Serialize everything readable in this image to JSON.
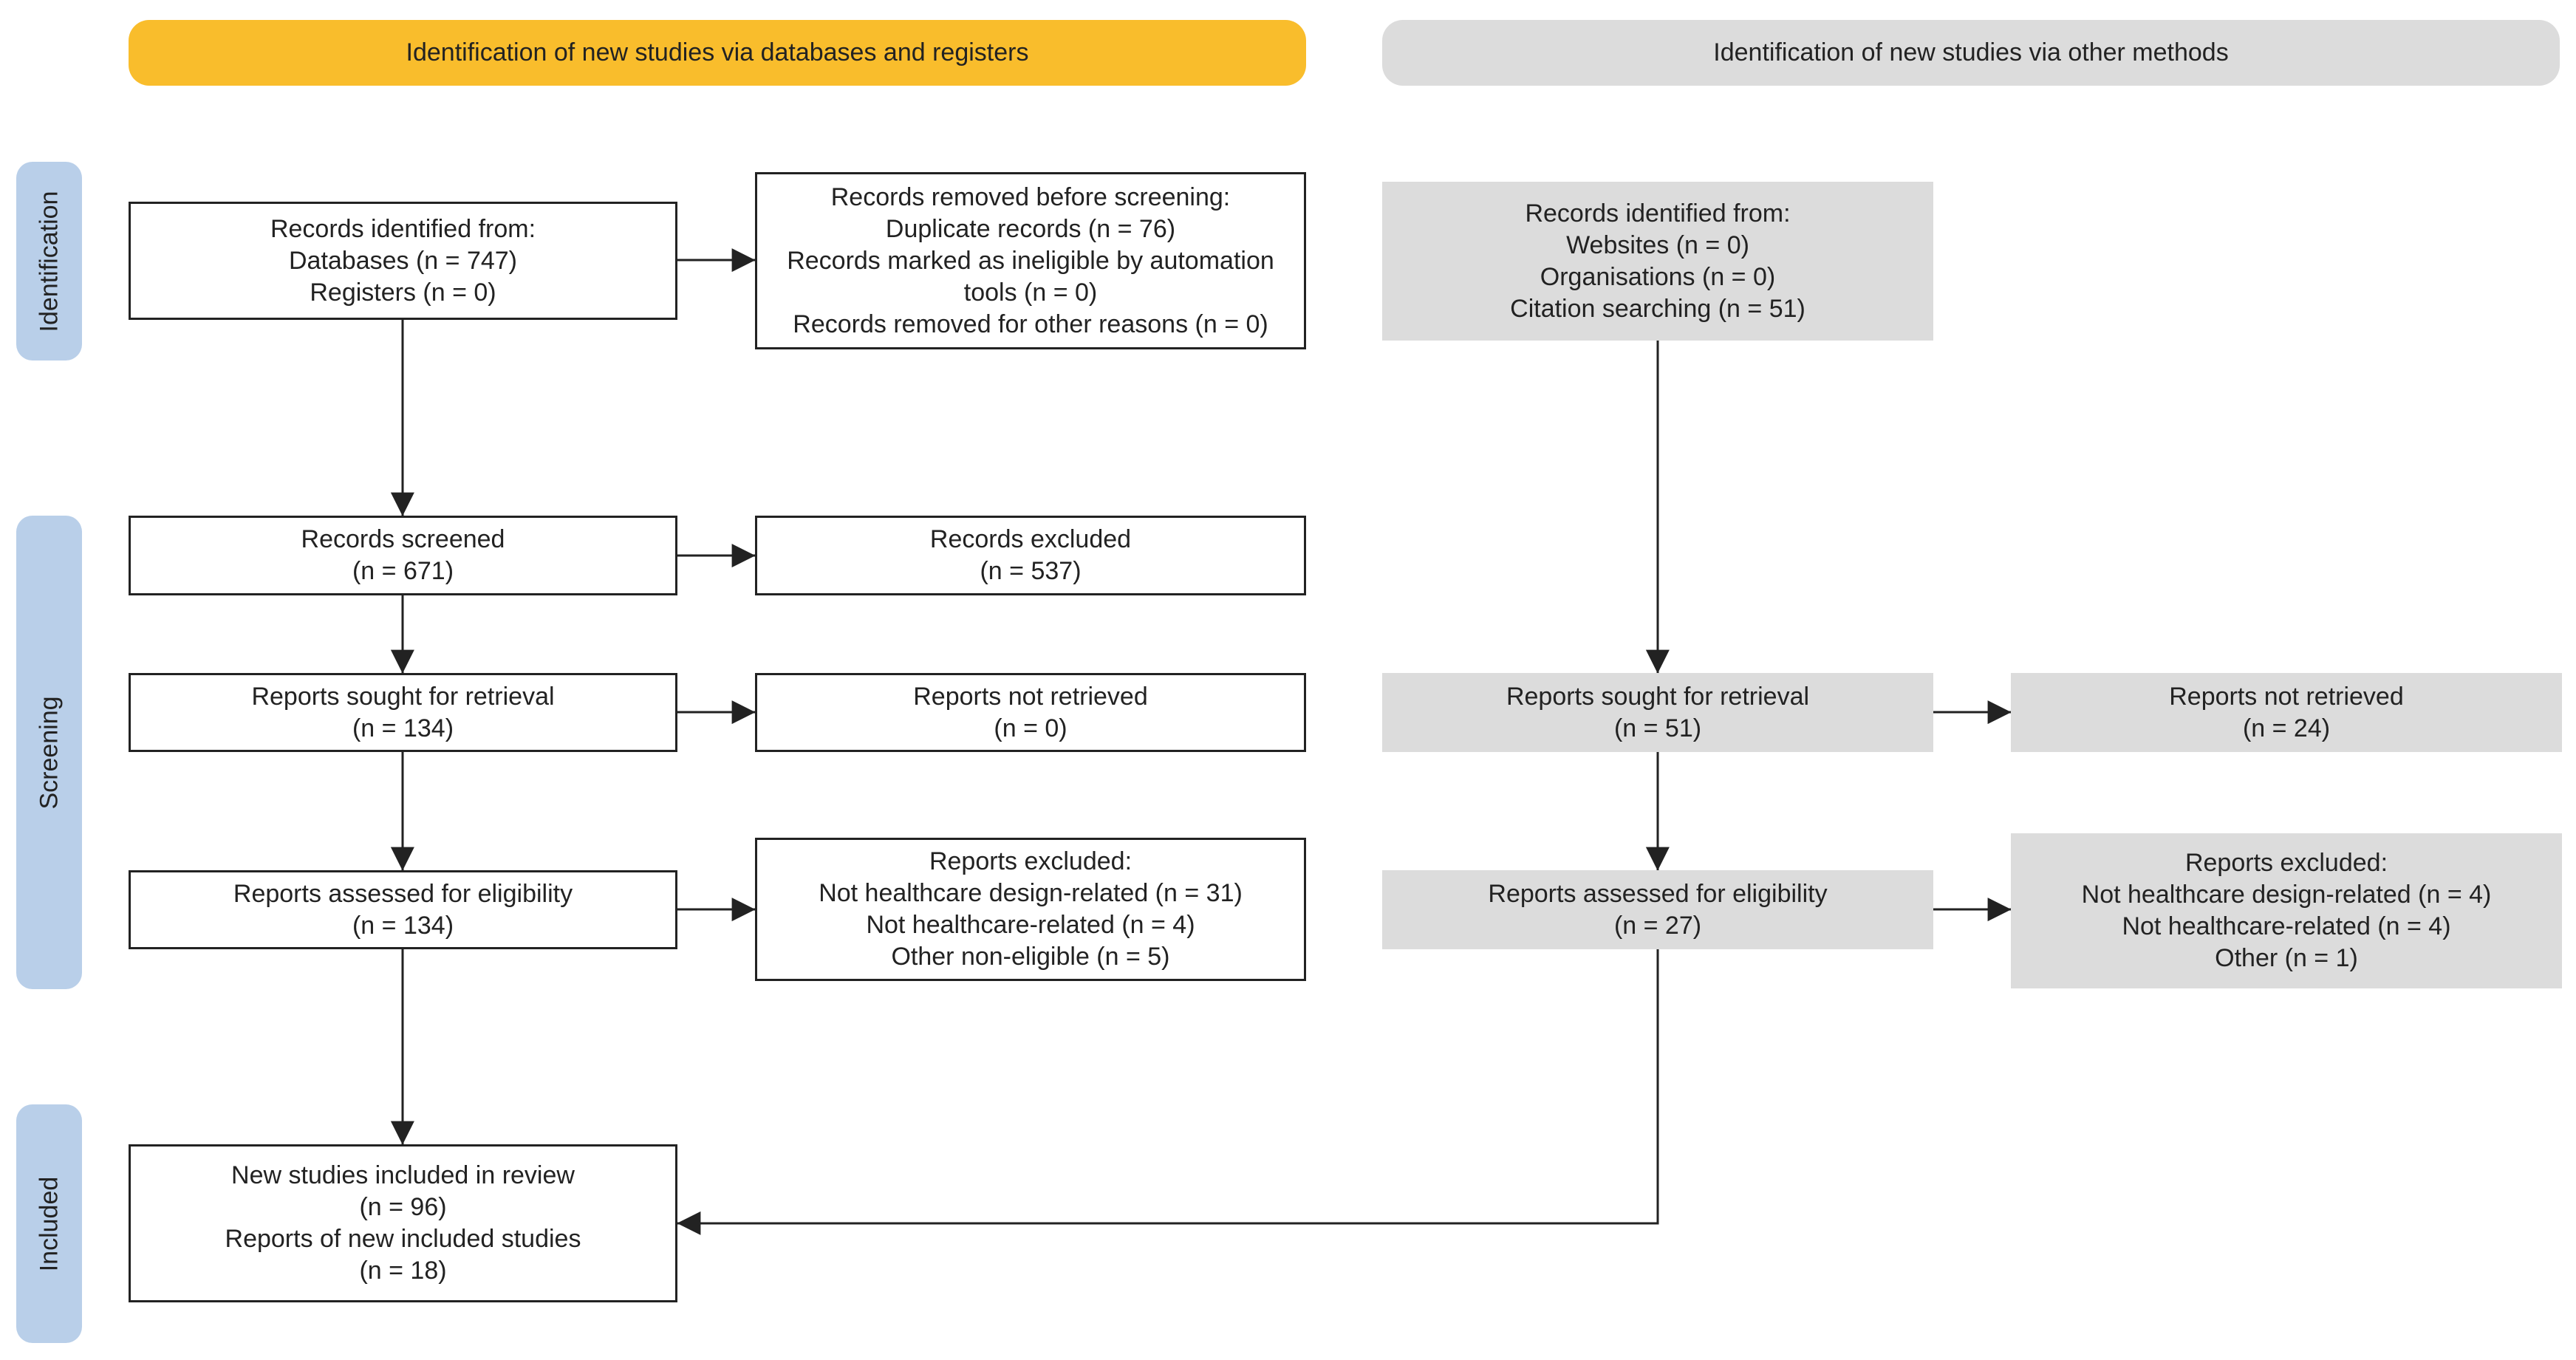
{
  "header_db": "Identification of new studies via databases and registers",
  "header_other": "Identification of new studies via other methods",
  "colors": {
    "header_db": "#f9bd2c",
    "header_other": "#dcdcdc",
    "stage": "#b9cfe9",
    "grey_box": "#dcdcdc"
  },
  "stages": {
    "identification": "Identification",
    "screening": "Screening",
    "included": "Included"
  },
  "boxes": {
    "db_identified": [
      "Records identified from:",
      "Databases (n = 747)",
      "Registers (n = 0)"
    ],
    "db_removed": [
      "Records removed before screening:",
      "Duplicate records (n = 76)",
      "Records marked as ineligible by automation",
      "tools (n = 0)",
      "Records removed for other reasons (n = 0)"
    ],
    "db_screened": [
      "Records screened",
      "(n = 671)"
    ],
    "db_excluded": [
      "Records excluded",
      "(n = 537)"
    ],
    "db_sought": [
      "Reports sought for retrieval",
      "(n = 134)"
    ],
    "db_not_retrieved": [
      "Reports not retrieved",
      "(n = 0)"
    ],
    "db_assessed": [
      "Reports assessed for eligibility",
      "(n = 134)"
    ],
    "db_reports_excluded": [
      "Reports excluded:",
      "Not healthcare design-related (n = 31)",
      "Not healthcare-related (n = 4)",
      "Other non-eligible (n = 5)"
    ],
    "included": [
      "New studies included in review",
      "(n = 96)",
      "Reports of new included studies",
      "(n = 18)"
    ],
    "other_identified": [
      "Records identified from:",
      "Websites (n = 0)",
      "Organisations (n = 0)",
      "Citation searching (n = 51)"
    ],
    "other_sought": [
      "Reports sought for retrieval",
      "(n = 51)"
    ],
    "other_not_retrieved": [
      "Reports not retrieved",
      "(n = 24)"
    ],
    "other_assessed": [
      "Reports assessed for eligibility",
      "(n = 27)"
    ],
    "other_reports_excluded": [
      "Reports excluded:",
      "Not healthcare design-related (n = 4)",
      "Not healthcare-related (n = 4)",
      "Other (n = 1)"
    ]
  }
}
